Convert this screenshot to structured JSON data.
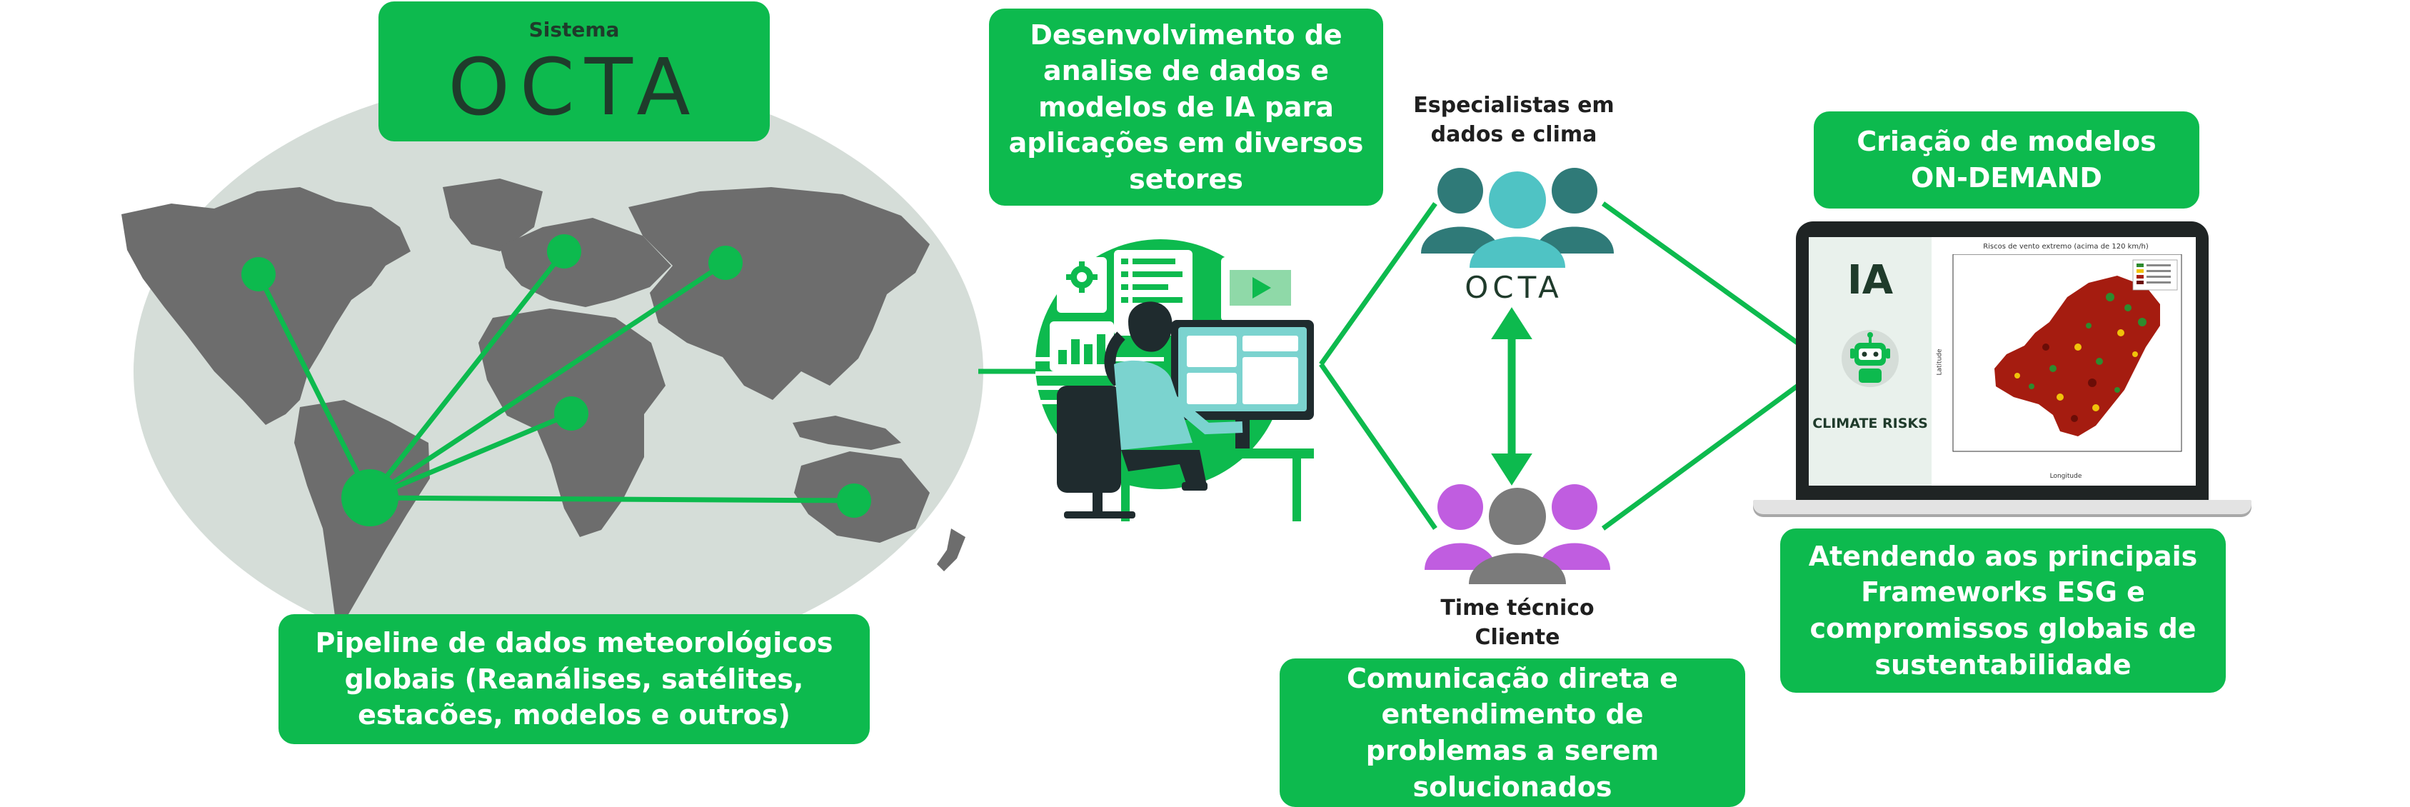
{
  "logo": {
    "caption": "Sistema",
    "name": "OCTA"
  },
  "left_box": {
    "text": "Pipeline de dados meteorológicos globais (Reanálises, satélites, estacões, modelos e outros)"
  },
  "analysis_box": {
    "text": "Desenvolvimento de analise de dados e modelos de IA para aplicações em diversos setores"
  },
  "specialists": {
    "label": "Especialistas em dados e clima"
  },
  "mid_logo": {
    "name": "OCTA"
  },
  "client_team": {
    "label": "Time técnico Cliente"
  },
  "communication_box": {
    "text": "Comunicação direta e entendimento de problemas a serem solucionados"
  },
  "ondemand_box": {
    "text": "Criação de modelos ON-DEMAND"
  },
  "esg_box": {
    "text": "Atendendo aos principais Frameworks ESG e compromissos globais de sustentabilidade"
  },
  "laptop": {
    "ia_label": "IA",
    "risk_label": "CLIMATE RISKS",
    "map_title": "Riscos de vento extremo (acima de 120 km/h)",
    "x_axis_label": "Longitude",
    "y_axis_label": "Latitude"
  },
  "colors": {
    "green": "#0dba4e",
    "map_ocean": "#d5ddd8",
    "land": "#6d6d6d",
    "teal": "#2f7a78",
    "light_teal": "#4fc3c4",
    "purple": "#c05de0",
    "gray_person": "#7b7b7b"
  },
  "icons": [
    "gear-icon",
    "bar-chart-icon",
    "code-window-icon",
    "video-play-icon",
    "robot-icon",
    "double-arrow-icon"
  ]
}
